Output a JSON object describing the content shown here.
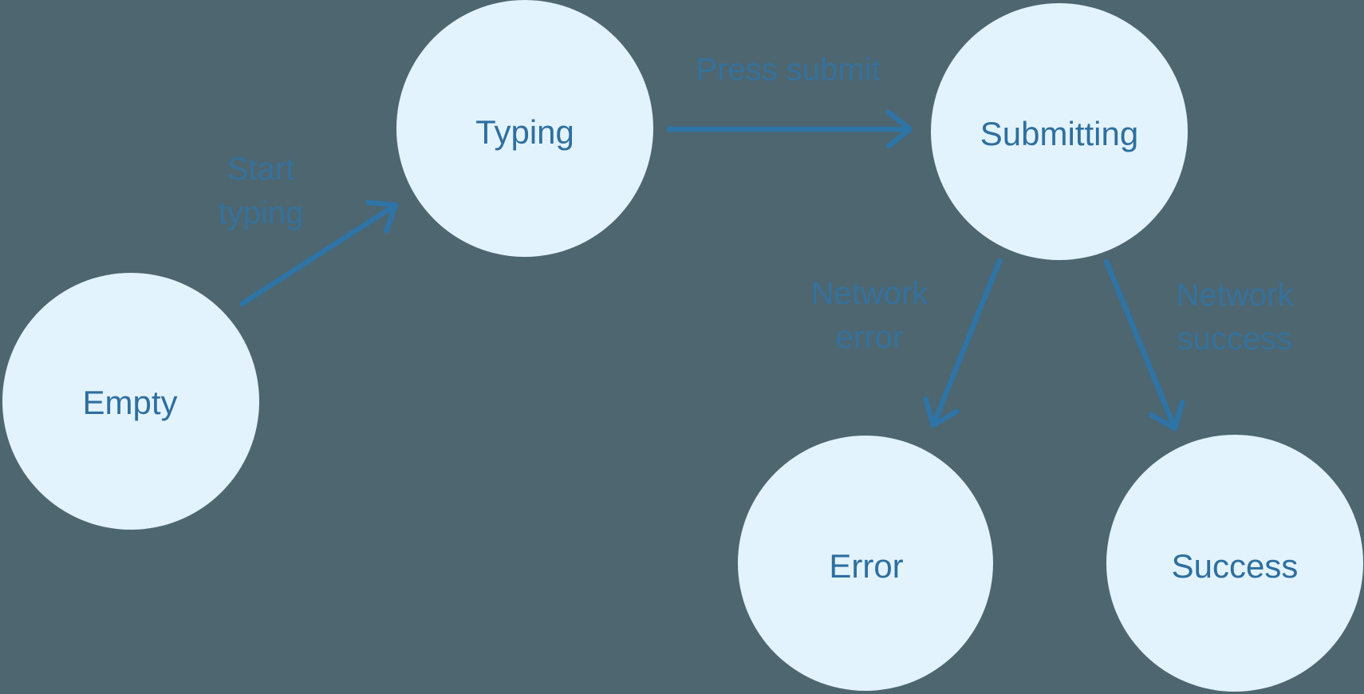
{
  "diagram": {
    "kind": "state-machine-flowchart",
    "states": [
      {
        "id": "empty",
        "label": "Empty"
      },
      {
        "id": "typing",
        "label": "Typing"
      },
      {
        "id": "submitting",
        "label": "Submitting"
      },
      {
        "id": "error",
        "label": "Error"
      },
      {
        "id": "success",
        "label": "Success"
      }
    ],
    "transitions": [
      {
        "from": "empty",
        "to": "typing",
        "label": "Start typing"
      },
      {
        "from": "typing",
        "to": "submitting",
        "label": "Press submit"
      },
      {
        "from": "submitting",
        "to": "error",
        "label": "Network error"
      },
      {
        "from": "submitting",
        "to": "success",
        "label": "Network success"
      }
    ]
  },
  "colors": {
    "background": "#4D6670",
    "state_fill": "#E3F3FD",
    "state_text": "#2E6F9F",
    "arrow": "#2E74A6",
    "edge_label": "#35719C"
  }
}
